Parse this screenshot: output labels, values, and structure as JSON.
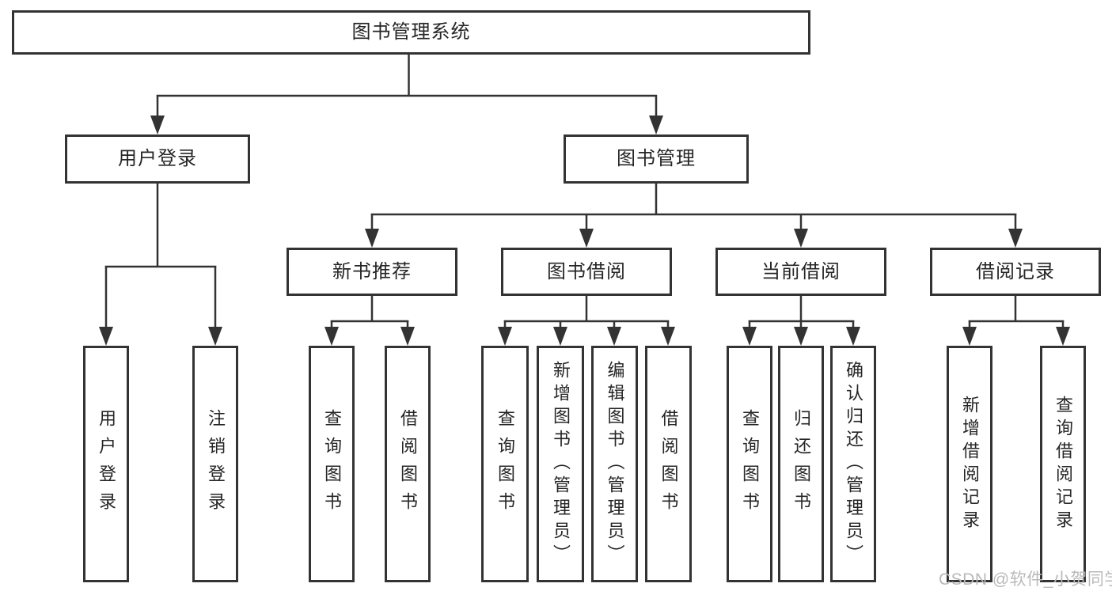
{
  "colors": {
    "line": "#333333",
    "text": "#262626",
    "background": "#ffffff",
    "watermark": "#b9b9b9"
  },
  "watermark": "CSDN @软件_小贺同学",
  "tree": {
    "label": "图书管理系统",
    "children": [
      {
        "label": "用户登录",
        "children": [
          {
            "label": "用户登录"
          },
          {
            "label": "注销登录"
          }
        ]
      },
      {
        "label": "图书管理",
        "children": [
          {
            "label": "新书推荐",
            "children": [
              {
                "label": "查询图书"
              },
              {
                "label": "借阅图书"
              }
            ]
          },
          {
            "label": "图书借阅",
            "children": [
              {
                "label": "查询图书"
              },
              {
                "label": "新增图书（管理员）"
              },
              {
                "label": "编辑图书（管理员）"
              },
              {
                "label": "借阅图书"
              }
            ]
          },
          {
            "label": "当前借阅",
            "children": [
              {
                "label": "查询图书"
              },
              {
                "label": "归还图书"
              },
              {
                "label": "确认归还（管理员）"
              }
            ]
          },
          {
            "label": "借阅记录",
            "children": [
              {
                "label": "新增借阅记录"
              },
              {
                "label": "查询借阅记录"
              }
            ]
          }
        ]
      }
    ]
  }
}
